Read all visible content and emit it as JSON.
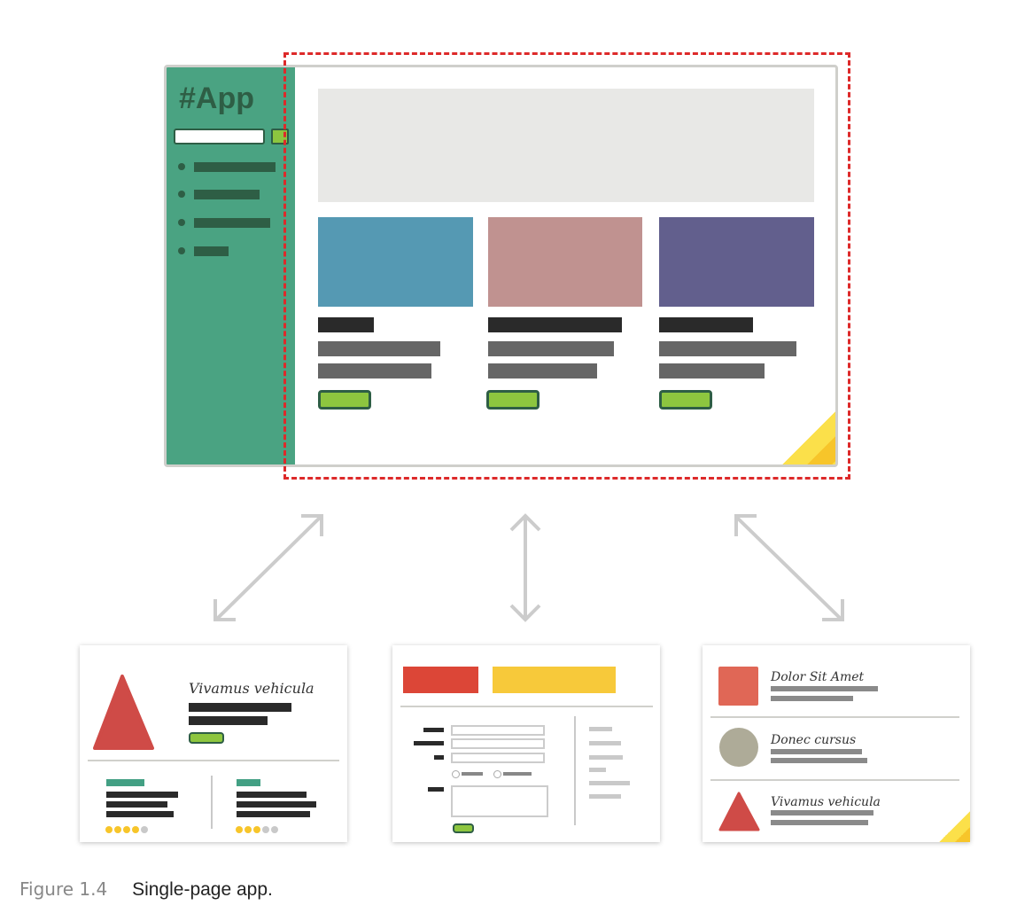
{
  "app": {
    "title": "#App",
    "sidebar_items": 4,
    "cards": [
      {
        "color": "#5599b3"
      },
      {
        "color": "#c09290"
      },
      {
        "color": "#625f8d"
      }
    ]
  },
  "views": {
    "product": {
      "title": "Vivamus vehicula",
      "ratings": [
        4,
        3
      ]
    },
    "form": {},
    "list": {
      "items": [
        "Dolor Sit Amet",
        "Donec cursus",
        "Vivamus vehicula"
      ]
    }
  },
  "caption": {
    "label": "Figure 1.4",
    "text": "Single-page app."
  },
  "colors": {
    "sidebar": "#4aa382",
    "accent": "#8dc63f",
    "dashed": "#dd2a2a",
    "red": "#dc4637",
    "yellow": "#f7c93a"
  }
}
